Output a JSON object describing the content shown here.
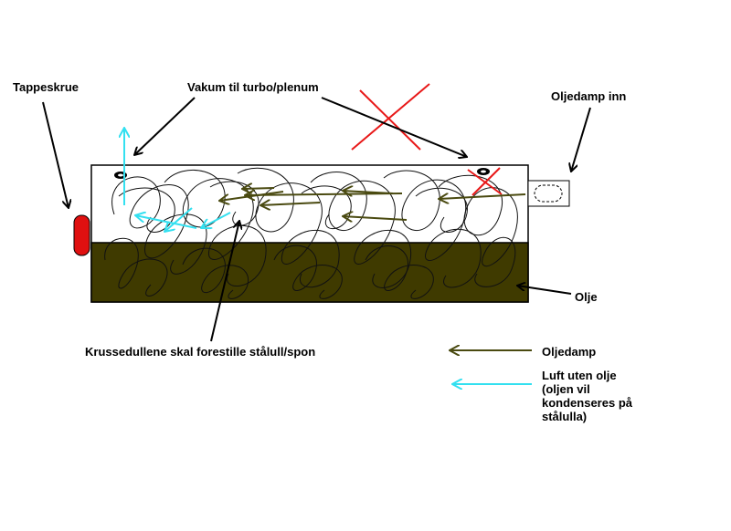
{
  "labels": {
    "tappeskrue": "Tappeskrue",
    "vakum": "Vakum til turbo/plenum",
    "oljedamp_inn": "Oljedamp inn",
    "olje": "Olje",
    "krussedullene": "Krussedullene skal forestille stålull/spon"
  },
  "legend": {
    "oljedamp": "Oljedamp",
    "luft": "Luft uten olje (oljen vil kondenseres på stålulla)"
  },
  "colors": {
    "oil": "#3f3a00",
    "oil_vapor_arrow": "#4a4a10",
    "air_arrow": "#33e0f0",
    "cross": "#e81818",
    "drain_plug": "#e01010",
    "outline": "#000000"
  }
}
